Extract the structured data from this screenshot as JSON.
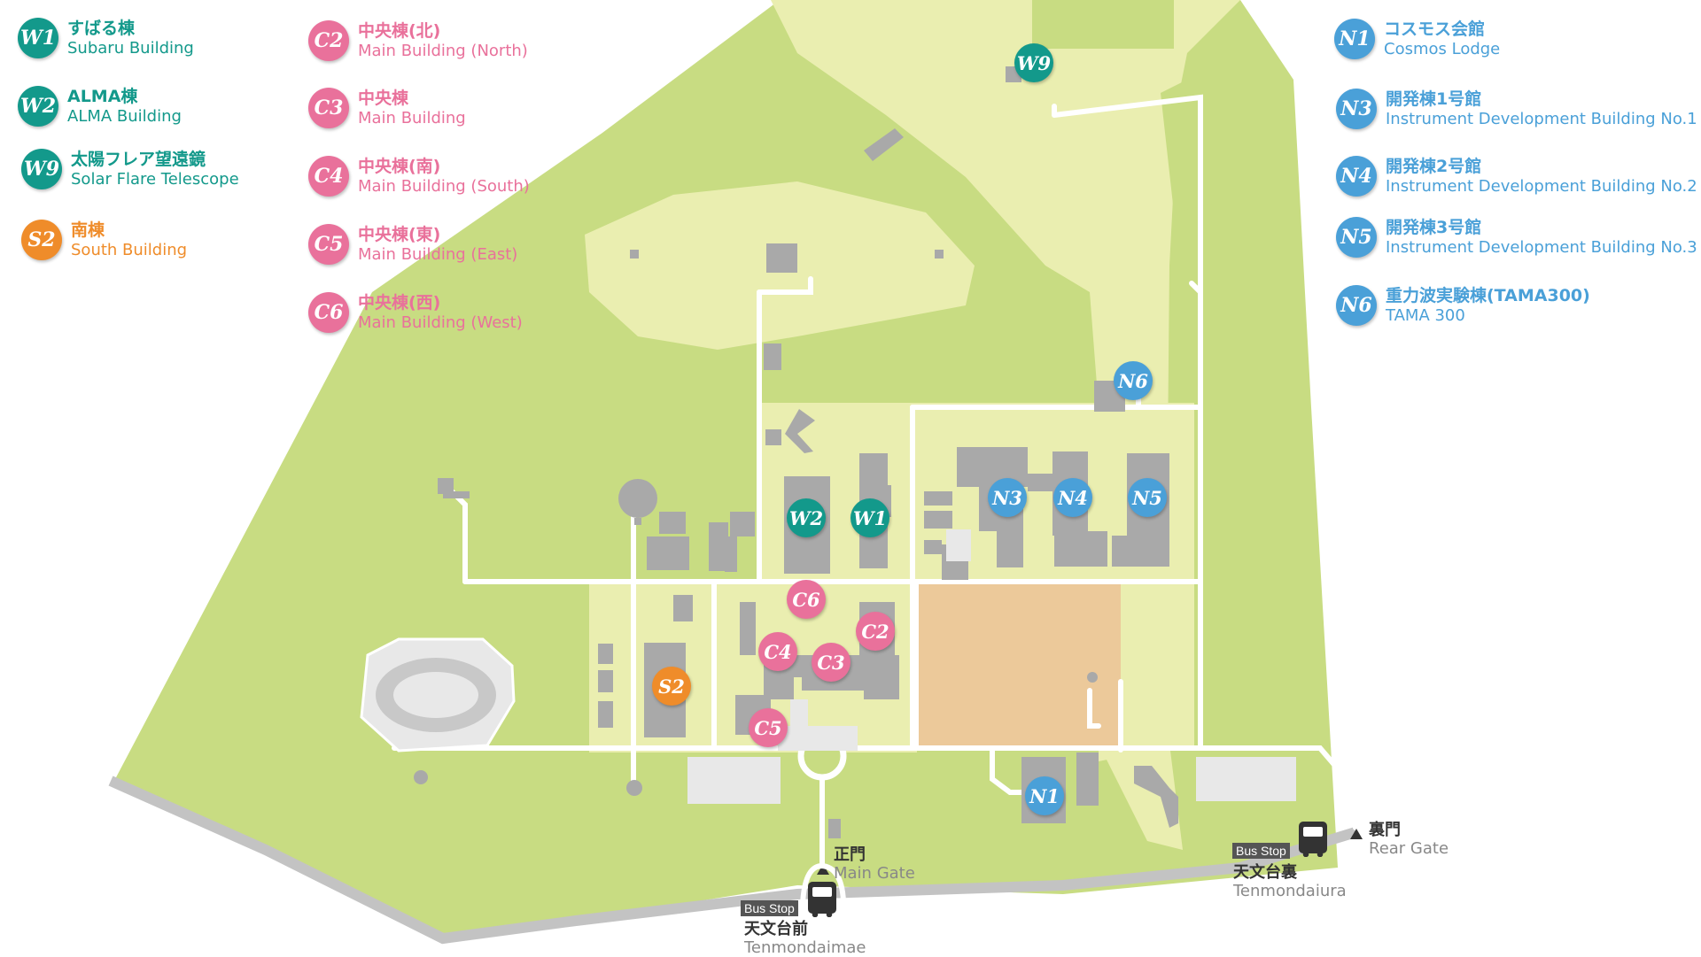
{
  "colors": {
    "teal": "#13998b",
    "pink": "#e9719b",
    "orange": "#ef8c2a",
    "blue": "#4aa0d8",
    "outer_grass": "#c8dc82",
    "inner_grass": "#eaeeb0",
    "building": "#a9a9a9",
    "field": "#ecc99a",
    "road": "#ffffff",
    "public_road": "#c3c3c3"
  },
  "legend": {
    "W1": {
      "code": "W1",
      "jp": "すばる棟",
      "en": "Subaru Building"
    },
    "W2": {
      "code": "W2",
      "jp": "ALMA棟",
      "en": "ALMA Building"
    },
    "W9": {
      "code": "W9",
      "jp": "太陽フレア望遠鏡",
      "en": "Solar Flare Telescope"
    },
    "S2": {
      "code": "S2",
      "jp": "南棟",
      "en": "South Building"
    },
    "C2": {
      "code": "C2",
      "jp": "中央棟(北)",
      "en": "Main Building (North)"
    },
    "C3": {
      "code": "C3",
      "jp": "中央棟",
      "en": "Main Building"
    },
    "C4": {
      "code": "C4",
      "jp": "中央棟(南)",
      "en": "Main Building (South)"
    },
    "C5": {
      "code": "C5",
      "jp": "中央棟(東)",
      "en": "Main Building (East)"
    },
    "C6": {
      "code": "C6",
      "jp": "中央棟(西)",
      "en": "Main Building (West)"
    },
    "N1": {
      "code": "N1",
      "jp": "コスモス会館",
      "en": "Cosmos Lodge"
    },
    "N3": {
      "code": "N3",
      "jp": "開発棟1号館",
      "en": "Instrument Development Building No.1"
    },
    "N4": {
      "code": "N4",
      "jp": "開発棟2号館",
      "en": "Instrument Development Building No.2"
    },
    "N5": {
      "code": "N5",
      "jp": "開発棟3号館",
      "en": "Instrument Development Building No.3"
    },
    "N6": {
      "code": "N6",
      "jp": "重力波実験棟(TAMA300)",
      "en": "TAMA 300"
    }
  },
  "bus_stops": {
    "main": {
      "chip": "Bus Stop",
      "jp": "天文台前",
      "en": "Tenmondaimae"
    },
    "rear": {
      "chip": "Bus Stop",
      "jp": "天文台裏",
      "en": "Tenmondaiura"
    }
  },
  "gates": {
    "main": {
      "jp": "正門",
      "en": "Main Gate"
    },
    "rear": {
      "jp": "裏門",
      "en": "Rear Gate"
    }
  }
}
